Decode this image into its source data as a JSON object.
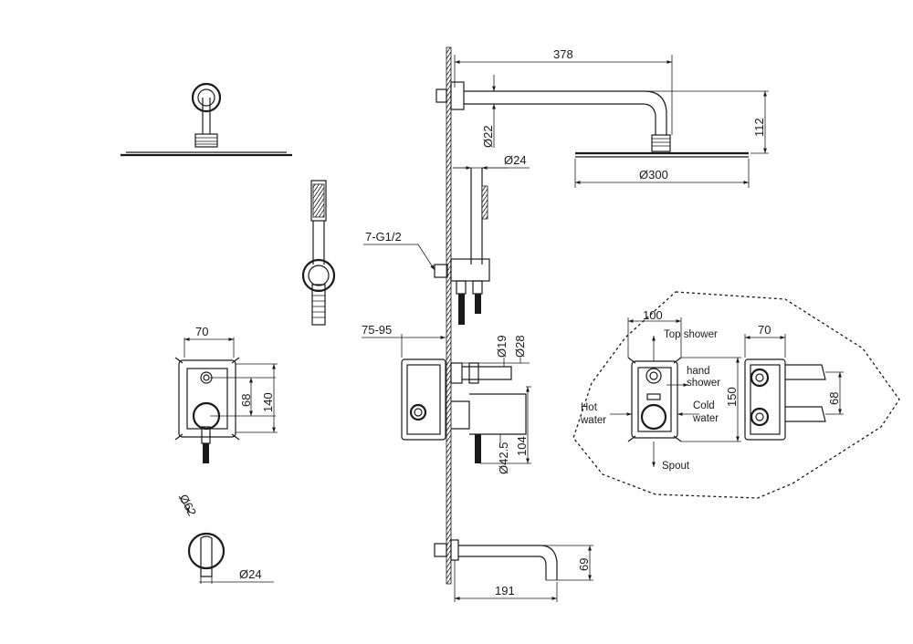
{
  "dimensions": {
    "arm_length": "378",
    "arm_drop": "112",
    "arm_diameter": "Ø22",
    "head_diameter": "Ø300",
    "riser_diameter": "Ø24",
    "thread": "7-G1/2",
    "wall_depth": "75-95",
    "stem_d19": "Ø19",
    "stem_d28": "Ø28",
    "handle_d42": "Ø42.5",
    "body_height": "104",
    "box_width": "70",
    "box_height": "140",
    "port_spacing": "68",
    "plate_diameter": "Ø62",
    "spout_outlet": "Ø24",
    "spout_length": "191",
    "spout_drop": "69",
    "detail_width": "100",
    "detail_height": "150",
    "detail_side_width": "70",
    "detail_side_spacing": "68"
  },
  "ports": {
    "top_shower": "Top shower",
    "hand_shower_1": "hand",
    "hand_shower_2": "shower",
    "hot_1": "Hot",
    "hot_2": "water",
    "cold_1": "Cold",
    "cold_2": "water",
    "spout": "Spout"
  }
}
